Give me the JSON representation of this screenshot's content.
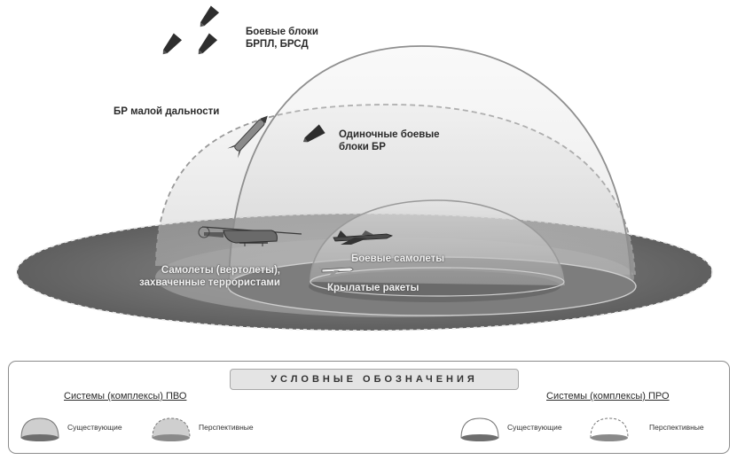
{
  "labels": {
    "warheads_slbm": "Боевые блоки\nБРПЛ, БРСД",
    "short_range_br": "БР малой дальности",
    "single_warheads": "Одиночные боевые\nблоки БР",
    "combat_aircraft": "Боевые самолеты",
    "hijacked_aircraft": "Самолеты (вертолеты),\nзахваченные террористами",
    "cruise_missiles": "Крылатые ракеты"
  },
  "legend": {
    "title": "УСЛОВНЫЕ ОБОЗНАЧЕНИЯ",
    "pvo_group": "Системы (комплексы) ПВО",
    "pro_group": "Системы (комплексы) ПРО",
    "pvo_existing": "Существующие",
    "pvo_prospective": "Перспективные",
    "pro_existing": "Существующие",
    "pro_prospective": "Перспективные"
  },
  "colors": {
    "ground_outer": "#6e6e6e",
    "ground_inner": "#8a8a8a",
    "dome_fill": "#d9d9d9",
    "dome_stroke": "#8f8f8f",
    "dashed_dome_stroke": "#9a9a9a",
    "legend_title_bg": "#e4e4e4"
  },
  "icons": [
    "warhead-icon",
    "missile-icon",
    "helicopter-icon",
    "fighter-jet-icon",
    "cruise-missile-icon",
    "dome-existing-icon",
    "dome-prospective-icon"
  ]
}
